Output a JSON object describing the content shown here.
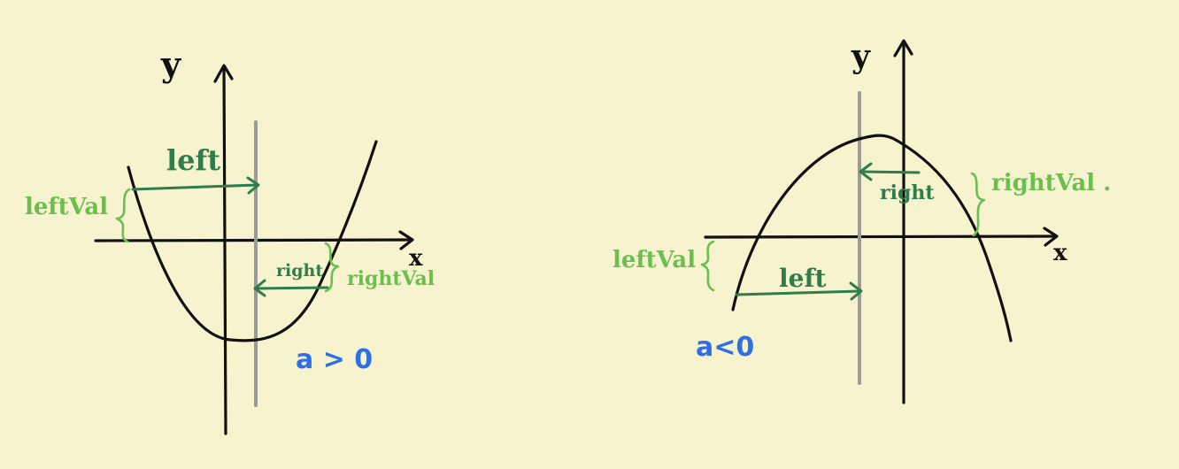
{
  "colors": {
    "background": "#f7f3cf",
    "axis": "#111111",
    "divider": "#9a9a9a",
    "dark_green": "#2e7d4a",
    "light_green": "#6cbf4f",
    "blue": "#2f6fe6"
  },
  "left_panel": {
    "y_axis": "y",
    "x_axis": "x",
    "left": "left",
    "left_val": "leftVal",
    "right": "right",
    "right_val": "rightVal",
    "condition": "a > 0"
  },
  "right_panel": {
    "y_axis": "y",
    "x_axis": "x",
    "left": "left",
    "left_val": "leftVal",
    "right": "right",
    "right_val": "rightVal .",
    "condition": "a<0"
  }
}
